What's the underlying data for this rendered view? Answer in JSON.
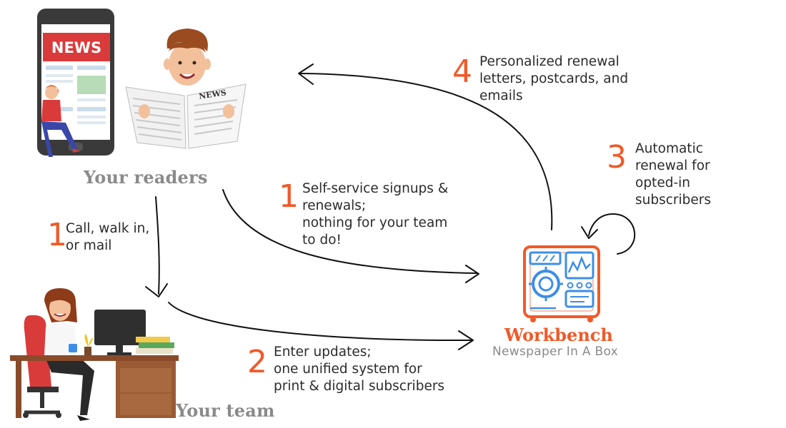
{
  "phone": {
    "headline": "NEWS"
  },
  "newspaper": {
    "masthead": "NEWS"
  },
  "readers_label": "Your readers",
  "team_label": "Your team",
  "workbench": {
    "name": "Workbench",
    "tagline": "Newspaper In A Box"
  },
  "steps": [
    {
      "num": "1",
      "lines": [
        "Call, walk in,",
        "or mail"
      ]
    },
    {
      "num": "1",
      "lines": [
        "Self-service signups &",
        "renewals;",
        "nothing for your team",
        "to do!"
      ]
    },
    {
      "num": "2",
      "lines": [
        "Enter updates;",
        "one unified system for",
        "print & digital subscribers"
      ]
    },
    {
      "num": "3",
      "lines": [
        "Automatic",
        "renewal for",
        "opted-in",
        "subscribers"
      ]
    },
    {
      "num": "4",
      "lines": [
        "Personalized renewal",
        "letters, postcards, and",
        "emails"
      ]
    }
  ],
  "colors": {
    "accent": "#f05a28",
    "label_gray": "#8a8a8a",
    "icon_blue": "#3d8ee8"
  }
}
